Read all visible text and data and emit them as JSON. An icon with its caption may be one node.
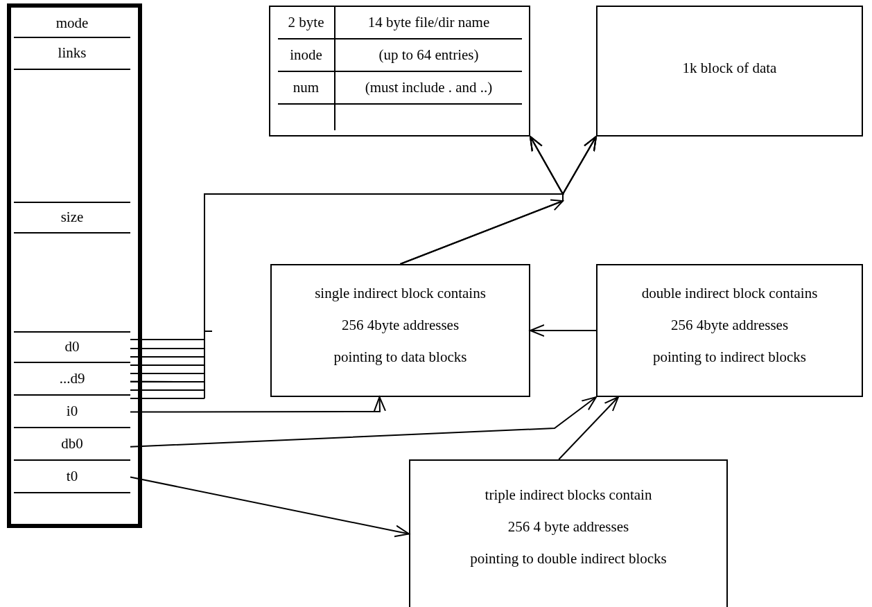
{
  "diagram": {
    "nodes": [
      {
        "text": [],
        "shape": "box"
      },
      {
        "text": [
          "mode"
        ],
        "in": 0
      },
      {
        "text": [
          "links"
        ],
        "in": 0
      },
      {
        "text": [
          "size"
        ],
        "in": 0
      },
      {
        "text": [
          "d0"
        ],
        "in": 0
      },
      {
        "text": [
          "...d9"
        ],
        "in": 0
      },
      {
        "text": [
          "i0"
        ],
        "in": 0
      },
      {
        "text": [
          "db0"
        ],
        "in": 0
      },
      {
        "text": [
          "t0"
        ],
        "in": 0
      },
      {
        "text": [
          "2 byte",
          "14 byte file/dir name",
          "inode",
          "(up to 64 entries)",
          "num",
          "(must include . and ..)"
        ]
      },
      {
        "text": [
          "1k block of data"
        ]
      },
      {
        "text": [
          "single indirect block contains",
          "256 4byte addresses",
          "pointing to data blocks"
        ]
      },
      {
        "text": [
          "double indirect block contains",
          "256 4byte addresses",
          "pointing to indirect blocks"
        ]
      },
      {
        "text": [
          "triple indirect blocks contain",
          "256 4 byte addresses",
          "pointing to double indirect blocks"
        ]
      }
    ],
    "edges": [
      {
        "from": 4,
        "to": 9,
        "arrow": "to"
      },
      {
        "from": 4,
        "to": 10,
        "arrow": "to"
      },
      {
        "from": 5,
        "to": 9,
        "arrow": "to"
      },
      {
        "from": 5,
        "to": 10,
        "arrow": "to"
      },
      {
        "from": 11,
        "to": 9,
        "arrow": "to"
      },
      {
        "from": 11,
        "to": 10,
        "arrow": "to"
      },
      {
        "from": 6,
        "to": 11,
        "arrow": "to"
      },
      {
        "from": 7,
        "to": 12,
        "arrow": "to"
      },
      {
        "from": 12,
        "to": 11,
        "arrow": "to"
      },
      {
        "from": 13,
        "to": 12,
        "arrow": "to"
      },
      {
        "from": 8,
        "to": 13,
        "arrow": "to"
      }
    ]
  }
}
